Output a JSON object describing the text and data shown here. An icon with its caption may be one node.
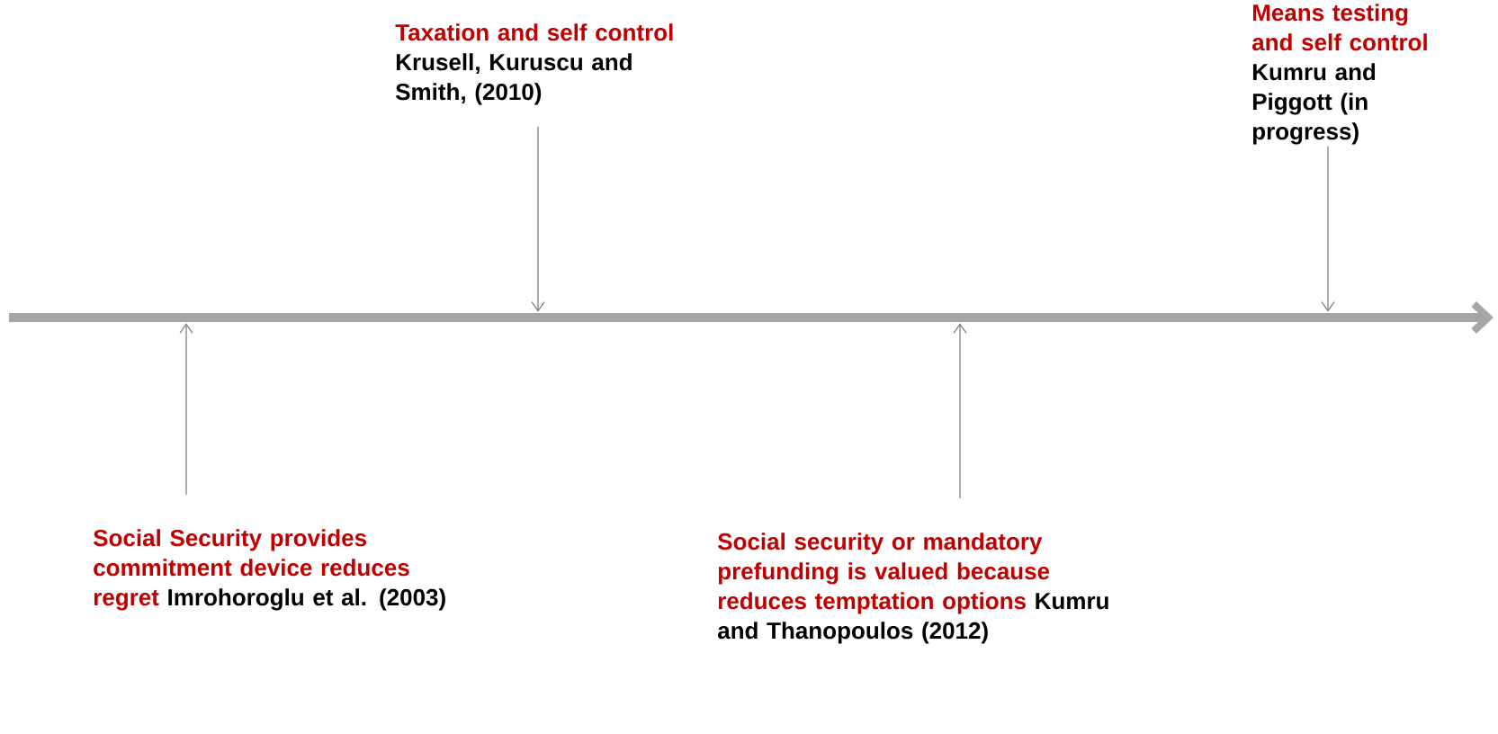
{
  "diagram": {
    "nodes": [
      {
        "text": [],
        "shape": "arrow"
      },
      {
        "text": [
          "Taxation and self control",
          "Krusell, Kuruscu and Smith, (2010)"
        ]
      },
      {
        "text": [
          "Means testing and self control",
          "Kumru and Piggott (in progress)"
        ]
      },
      {
        "text": [
          "Social Security provides commitment device reduces regret",
          "Imrohoroglu et al. (2003)"
        ]
      },
      {
        "text": [
          "Social security or mandatory prefunding is valued because reduces temptation options",
          "Kumru and Thanopoulos (2012)"
        ]
      }
    ],
    "edges": [
      {
        "from": 1,
        "to": 0,
        "arrow": "to"
      },
      {
        "from": 2,
        "to": 0,
        "arrow": "to"
      },
      {
        "from": 3,
        "to": 0,
        "arrow": "to"
      },
      {
        "from": 4,
        "to": 0,
        "arrow": "to"
      }
    ]
  }
}
